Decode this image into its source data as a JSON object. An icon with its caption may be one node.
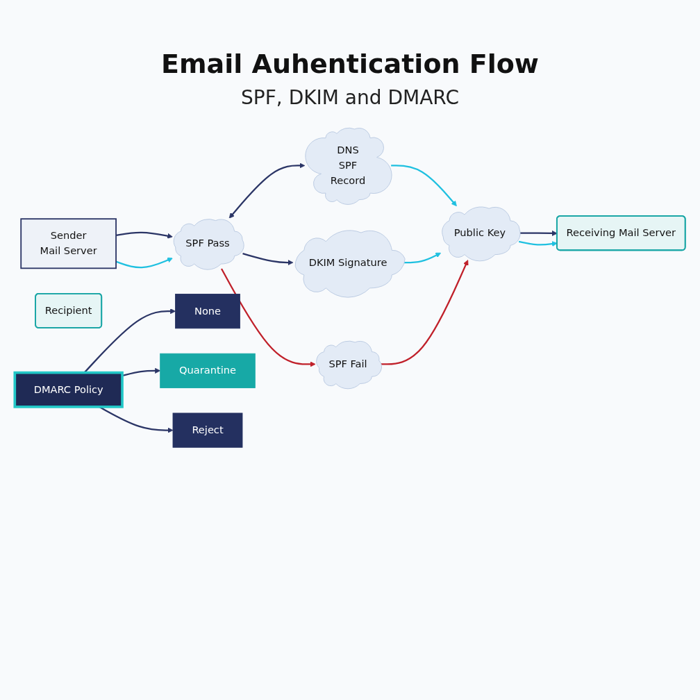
{
  "diagram": {
    "title": "Email Auhentication Flow",
    "nodes": [
      {
        "text": [
          "Sender",
          "Mail Server"
        ]
      },
      {
        "text": [
          "SPF Pass"
        ]
      },
      {
        "text": [
          "DNS",
          "SPF",
          "Record"
        ]
      },
      {
        "text": [
          "DKIM Signature"
        ]
      },
      {
        "text": [
          "Public Key"
        ]
      },
      {
        "text": [
          "SPF Fail"
        ]
      },
      {
        "text": [
          "Recipient"
        ]
      },
      {
        "text": [
          "Receiving Mail Server"
        ]
      },
      {
        "text": [
          "DMARC Policy"
        ]
      },
      {
        "text": [
          "None"
        ]
      },
      {
        "text": [
          "Quarantine"
        ]
      },
      {
        "text": [
          "Reject"
        ]
      }
    ],
    "edges": [
      {
        "from": 0,
        "to": 1,
        "arrow": "to"
      },
      {
        "from": 0,
        "to": 1,
        "arrow": "to",
        "color": "#1fc0e0"
      },
      {
        "from": 1,
        "to": 2,
        "arrow": "both"
      },
      {
        "from": 2,
        "to": 4,
        "arrow": "to",
        "color": "#1fc0e0"
      },
      {
        "from": 1,
        "to": 3,
        "arrow": "to"
      },
      {
        "from": 3,
        "to": 4,
        "arrow": "to",
        "color": "#1fc0e0"
      },
      {
        "from": 1,
        "to": 5,
        "arrow": "to",
        "color": "#c0202a"
      },
      {
        "from": 5,
        "to": 4,
        "arrow": "to",
        "color": "#c0202a"
      },
      {
        "from": 4,
        "to": 7,
        "arrow": "to"
      },
      {
        "from": 4,
        "to": 7,
        "arrow": "to",
        "color": "#1fc0e0"
      },
      {
        "from": 8,
        "to": 9,
        "arrow": "to"
      },
      {
        "from": 8,
        "to": 10,
        "arrow": "to"
      },
      {
        "from": 8,
        "to": 11,
        "arrow": "to"
      }
    ],
    "labels": [
      "SPF, DKIM and DMARC"
    ]
  }
}
